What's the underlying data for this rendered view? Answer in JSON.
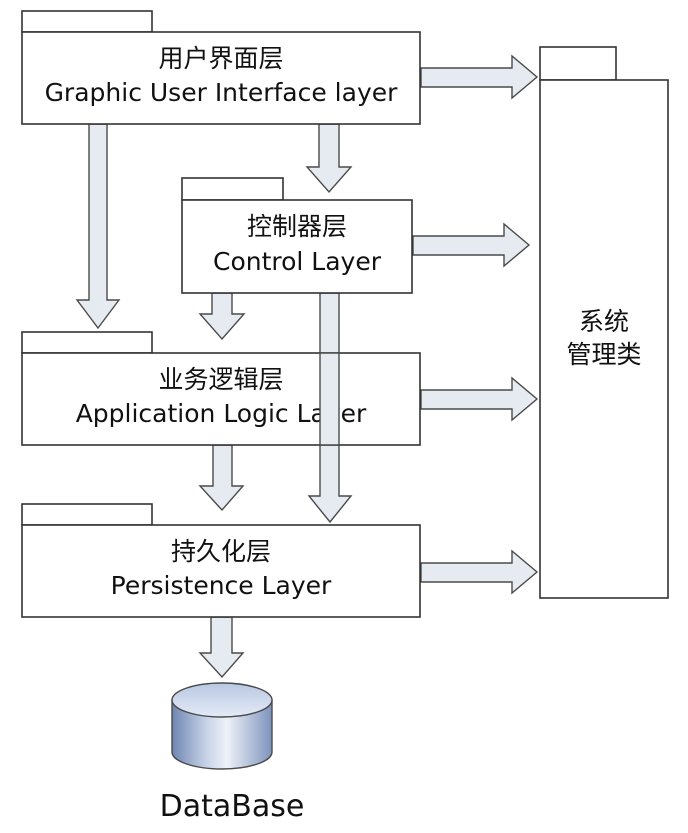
{
  "layers": {
    "gui": {
      "cn": "用户界面层",
      "en": "Graphic User Interface layer"
    },
    "control": {
      "cn": "控制器层",
      "en": "Control Layer"
    },
    "logic": {
      "cn": "业务逻辑层",
      "en": "Application Logic Layer"
    },
    "persistence": {
      "cn": "持久化层",
      "en": "Persistence Layer"
    }
  },
  "system": {
    "line1": "系统",
    "line2": "管理类"
  },
  "database": {
    "label": "DataBase"
  },
  "colors": {
    "arrow_fill": "#e6ebf2",
    "arrow_stroke": "#4a4a4a",
    "box_stroke": "#333333",
    "db_top": "#d4def0",
    "db_body": "#8fa4c8"
  }
}
